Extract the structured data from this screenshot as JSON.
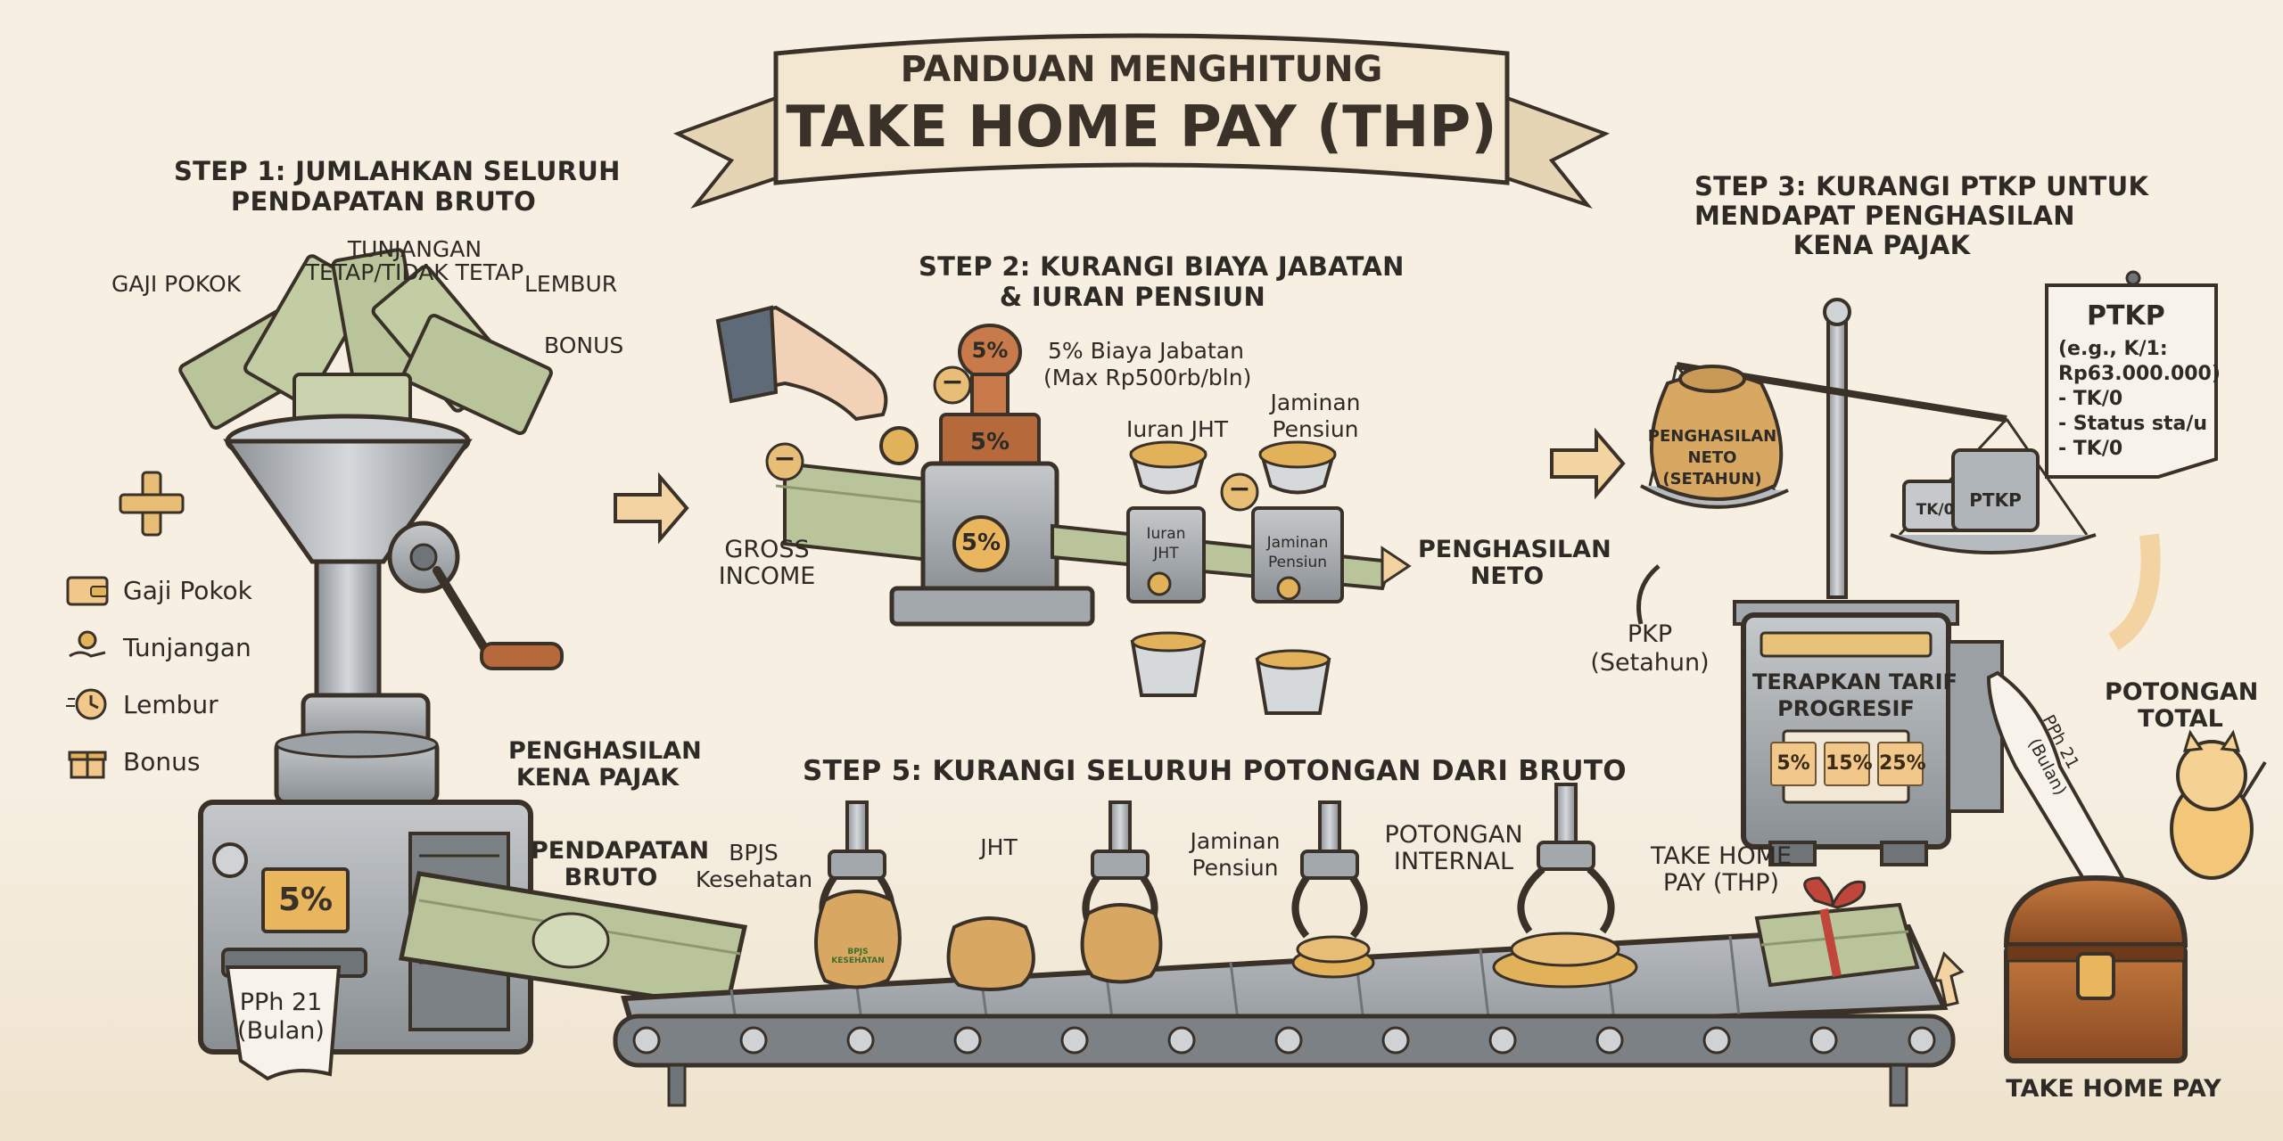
{
  "banner": {
    "line1": "PANDUAN MENGHITUNG",
    "line2": "TAKE HOME PAY (THP)"
  },
  "step1": {
    "title_line1": "STEP 1: JUMLAHKAN SELURUH",
    "title_line2": "PENDAPATAN BRUTO",
    "money_labels": {
      "gaji_pokok": "GAJI POKOK",
      "tunjangan_line1": "TUNJANGAN",
      "tunjangan_line2": "TETAP/TIDAK TETAP",
      "lembur": "LEMBUR",
      "bonus": "BONUS"
    },
    "plus_symbol": "+",
    "legend": [
      {
        "icon": "wallet-icon",
        "label": "Gaji Pokok"
      },
      {
        "icon": "coin-hand-icon",
        "label": "Tunjangan"
      },
      {
        "icon": "clock-icon",
        "label": "Lembur"
      },
      {
        "icon": "gift-icon",
        "label": "Bonus"
      }
    ],
    "machine_badge": "5%",
    "receipt_line1": "PPh 21",
    "receipt_line2": "(Bulan)"
  },
  "step2": {
    "title_line1": "STEP 2: KURANGI BIAYA JABATAN",
    "title_line2": "& IURAN PENSIUN",
    "stamp_top": "5%",
    "stamp_base": "5%",
    "machine_badge": "5%",
    "biaya_line1": "5% Biaya Jabatan",
    "biaya_line2": "(Max Rp500rb/bln)",
    "iuran_jht": "Iuran JHT",
    "jaminan_line1": "Jaminan",
    "jaminan_line2": "Pensiun",
    "box_jht_line1": "Iuran",
    "box_jht_line2": "JHT",
    "box_pensiun_line1": "Jaminan",
    "box_pensiun_line2": "Pensiun",
    "gross_line1": "GROSS",
    "gross_line2": "INCOME",
    "neto_line1": "PENGHASILAN",
    "neto_line2": "NETO",
    "minus_symbol": "−"
  },
  "step3": {
    "title_line1": "STEP 3: KURANGI PTKP UNTUK",
    "title_line2": "MENDAPAT PENGHASILAN",
    "title_line3": "KENA PAJAK",
    "sack_line1": "PENGHASILAN",
    "sack_line2": "NETO",
    "sack_line3": "(SETAHUN)",
    "weight_small": "TK/0",
    "weight_large": "PTKP",
    "note_title": "PTKP",
    "note_lines": [
      "(e.g., K/1:",
      "Rp63.000.000)",
      "- TK/0",
      "- Status sta/u",
      "- TK/0"
    ],
    "pkp_line1": "PKP",
    "pkp_line2": "(Setahun)",
    "tarif_line1": "TERAPKAN TARIF",
    "tarif_line2": "PROGRESIF",
    "rates": [
      "5%",
      "15%",
      "25%"
    ],
    "receipt_line1": "PPh 21",
    "receipt_line2": "(Bulan)",
    "potongan_line1": "POTONGAN",
    "potongan_line2": "TOTAL"
  },
  "step5": {
    "title": "STEP 5: KURANGI SELURUH POTONGAN DARI BRUTO",
    "pkp_label_line1": "PENGHASILAN",
    "pkp_label_line2": "KENA PAJAK",
    "bruto_line1": "PENDAPATAN",
    "bruto_line2": "BRUTO",
    "bpjs_line1": "BPJS",
    "bpjs_line2": "Kesehatan",
    "bag_text": "BPJS KESEHATAN",
    "jht": "JHT",
    "jaminan_line1": "Jaminan",
    "jaminan_line2": "Pensiun",
    "internal_line1": "POTONGAN",
    "internal_line2": "INTERNAL",
    "thp_line1": "TAKE HOME",
    "thp_line2": "PAY (THP)",
    "chest_label": "TAKE HOME PAY"
  },
  "colors": {
    "background": "#f6efe2",
    "ink": "#2e2a26",
    "metal": "#a9adb1",
    "metal_dark": "#6f7479",
    "money": "#b9c49a",
    "gold": "#e2b25a",
    "copper": "#b66a3c",
    "arrow": "#f2d3a1",
    "ribbon": "#f1e5cf"
  }
}
